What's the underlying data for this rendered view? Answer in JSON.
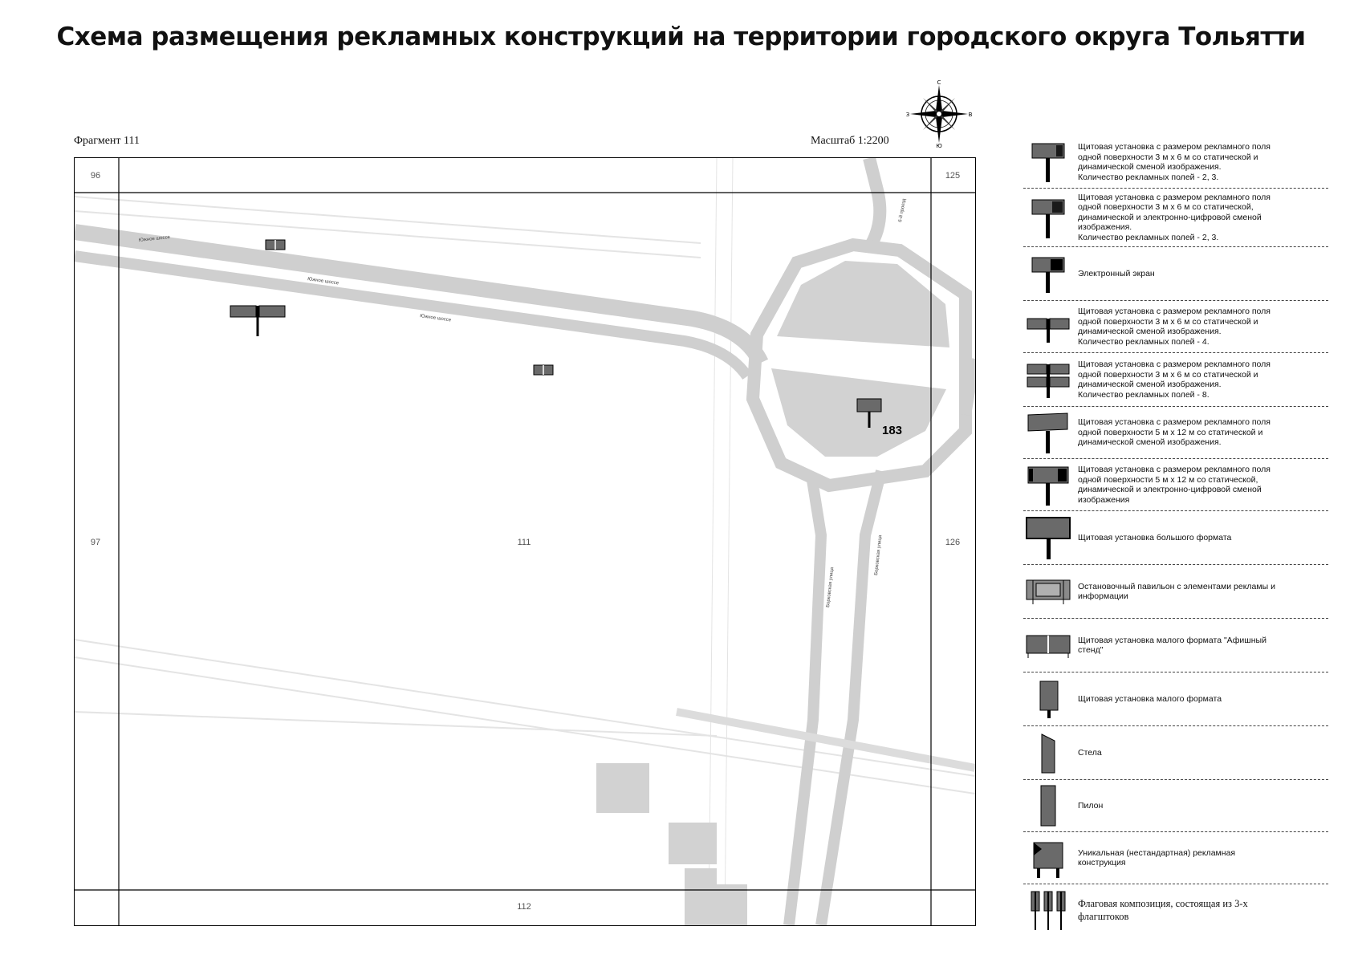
{
  "header": {
    "title": "Схема размещения рекламных конструкций на территории городского округа Тольятти",
    "fragment": "Фрагмент 111",
    "scale": "Масштаб 1:2200"
  },
  "compass": {
    "n": "С",
    "s": "Ю",
    "w": "З",
    "e": "В"
  },
  "map": {
    "sheet_numbers": {
      "top_left": "96",
      "top_right": "125",
      "mid_left": "97",
      "center": "111",
      "mid_right": "126",
      "bottom": "112"
    },
    "marker_number": "183",
    "street_labels": {
      "south_highway": "Южное шоссе",
      "borkovskaya": "Борковская улица",
      "sixth_passage": "6-й проезд"
    }
  },
  "legend": [
    {
      "icon": "billboard-3x6-icon",
      "lines": [
        "Щитовая установка с размером рекламного поля",
        "одной поверхности 3 м х 6 м со статической и",
        "динамической сменой изображения.",
        "Количество рекламных полей - 2, 3."
      ]
    },
    {
      "icon": "billboard-3x6-digital-icon",
      "lines": [
        "Щитовая установка с размером рекламного поля",
        "одной поверхности 3 м х 6 м со статической,",
        "динамической и электронно-цифровой сменой",
        "изображения.",
        "Количество рекламных полей - 2, 3."
      ]
    },
    {
      "icon": "electronic-screen-icon",
      "lines": [
        "Электронный экран"
      ]
    },
    {
      "icon": "billboard-4-fields-icon",
      "lines": [
        "Щитовая установка с размером рекламного поля",
        "одной поверхности 3 м х 6 м со статической и",
        "динамической сменой изображения.",
        "Количество рекламных полей - 4."
      ]
    },
    {
      "icon": "billboard-8-fields-icon",
      "lines": [
        "Щитовая установка с размером рекламного поля",
        "одной поверхности 3 м х 6 м со статической и",
        "динамической сменой изображения.",
        "Количество рекламных полей - 8."
      ]
    },
    {
      "icon": "billboard-5x12-icon",
      "lines": [
        "Щитовая установка с размером рекламного поля",
        "одной поверхности 5 м х 12 м со статической и",
        "динамической сменой изображения."
      ]
    },
    {
      "icon": "billboard-5x12-digital-icon",
      "lines": [
        "Щитовая установка с размером рекламного поля",
        "одной поверхности 5 м х 12 м со статической,",
        "динамической и электронно-цифровой сменой",
        "изображения"
      ]
    },
    {
      "icon": "large-billboard-icon",
      "lines": [
        "Щитовая установка большого формата"
      ]
    },
    {
      "icon": "bus-stop-pavilion-icon",
      "lines": [
        "Остановочный павильон с элементами рекламы и",
        "информации"
      ]
    },
    {
      "icon": "poster-stand-icon",
      "lines": [
        "Щитовая установка малого формата \"Афишный",
        "стенд\""
      ]
    },
    {
      "icon": "small-billboard-icon",
      "lines": [
        "Щитовая установка малого формата"
      ]
    },
    {
      "icon": "stele-icon",
      "lines": [
        "Стела"
      ]
    },
    {
      "icon": "pylon-icon",
      "lines": [
        "Пилон"
      ]
    },
    {
      "icon": "unique-structure-icon",
      "lines": [
        "Уникальная (нестандартная) рекламная",
        "конструкция"
      ]
    },
    {
      "icon": "flag-composition-icon",
      "serif": true,
      "lines": [
        "Флаговая композиция, состоящая из 3-х",
        "флагштоков"
      ]
    }
  ],
  "colors": {
    "road": "#cfcfcf",
    "field": "#d2d2d2",
    "outline": "#000000",
    "sign": "#6a6a6a"
  }
}
